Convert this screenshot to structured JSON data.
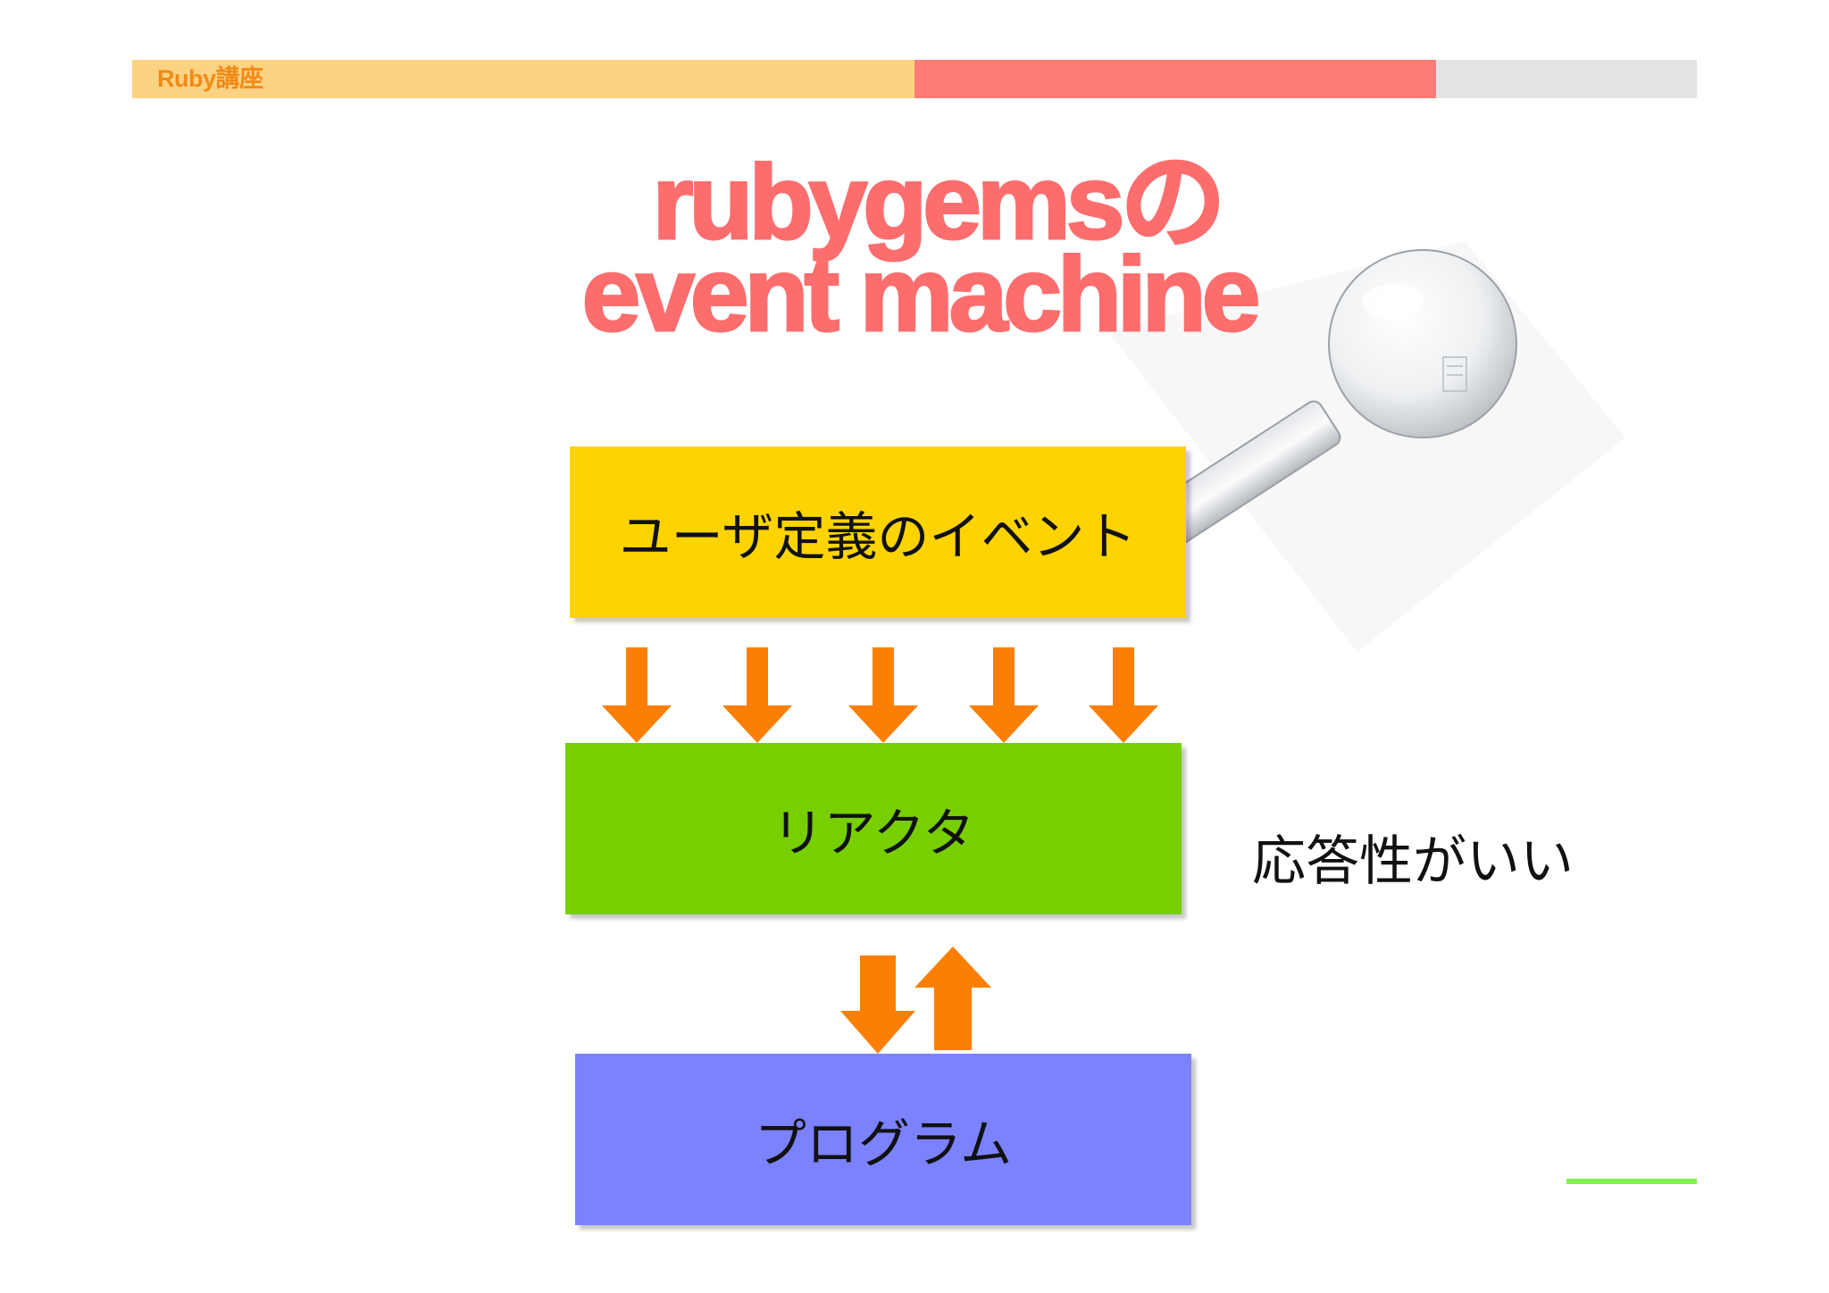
{
  "header": {
    "label": "Ruby講座"
  },
  "title": {
    "line1": "rubygemsの",
    "line2": "event machine"
  },
  "diagram": {
    "events_box": "ユーザ定義のイベント",
    "reactor_box": "リアクタ",
    "program_box": "プログラム",
    "side_note": "応答性がいい"
  },
  "colors": {
    "accent": "#fc6d6e",
    "events": "#fdd302",
    "reactor": "#77cf00",
    "program": "#7b82fc",
    "arrow": "#fc7f05"
  },
  "icons": {
    "flask": "round-bottom-flask"
  }
}
